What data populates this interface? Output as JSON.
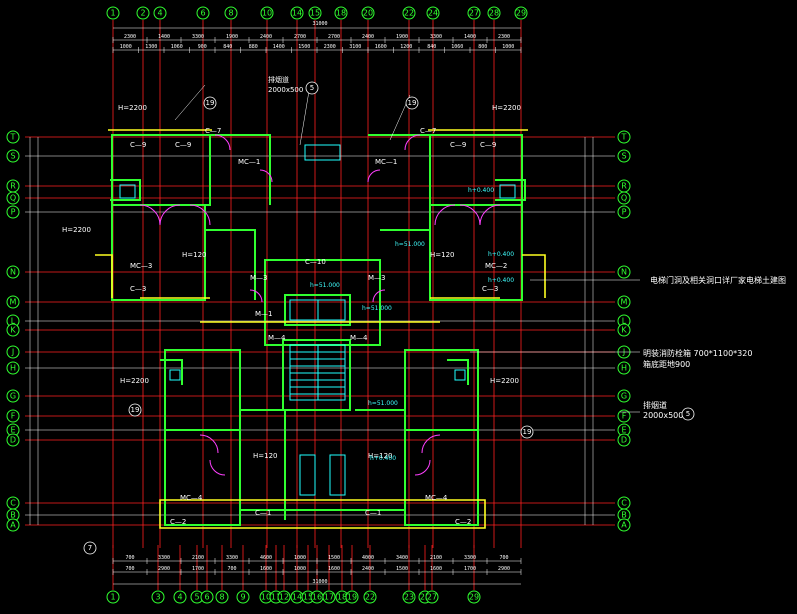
{
  "top_axes": [
    "1",
    "2",
    "4",
    "6",
    "8",
    "10",
    "14",
    "15",
    "18",
    "20",
    "22",
    "24",
    "27",
    "28",
    "29"
  ],
  "bottom_axes": [
    "1",
    "3",
    "4",
    "5",
    "6",
    "8",
    "9",
    "10",
    "11",
    "12",
    "14",
    "15",
    "16",
    "17",
    "18",
    "19",
    "22",
    "23",
    "25",
    "27",
    "29"
  ],
  "side_axes": [
    "T",
    "S",
    "R",
    "Q",
    "P",
    "N",
    "M",
    "L",
    "K",
    "J",
    "H",
    "G",
    "F",
    "E",
    "D",
    "C",
    "B",
    "A"
  ],
  "top_total": "31000",
  "bottom_total": "31000",
  "top_dims_row1": [
    "2300",
    "1400",
    "3300",
    "1900",
    "2400",
    "2700",
    "2700",
    "2400",
    "1900",
    "3300",
    "1400",
    "2300"
  ],
  "top_dims_row2": [
    "1000",
    "1300",
    "1060",
    "900",
    "840",
    "880",
    "1400",
    "1500",
    "2300",
    "3100",
    "1600",
    "1200",
    "840",
    "1060",
    "800",
    "1000"
  ],
  "bottom_dims_row1": [
    "700",
    "3300",
    "2100",
    "3300",
    "4600",
    "1000",
    "1500",
    "4000",
    "3400",
    "2100",
    "3300",
    "700"
  ],
  "bottom_dims_row2": [
    "700",
    "2900",
    "1700",
    "700",
    "1600",
    "1000",
    "1600",
    "2400",
    "1500",
    "1600",
    "1700",
    "2900"
  ],
  "rooms": {
    "c9_left": "C—9",
    "c9_left2": "C—9",
    "c7_left": "C—7",
    "mc1_left": "MC—1",
    "c9_right": "C—9",
    "c9_right2": "C—9",
    "c7_right": "C—7",
    "mc1_right": "MC—1",
    "mc3_left": "MC—3",
    "mc2_right": "MC—2",
    "c3_left": "C—3",
    "c3_right": "C—3",
    "c10": "C—10",
    "m3_left": "M—3",
    "m3_right": "M—3",
    "m1": "M—1",
    "m4_left": "M—4",
    "m4_right": "M—4",
    "mc4_left": "MC—4",
    "mc4_right": "MC—4",
    "c1_left": "C—1",
    "c1_right": "C—1",
    "c2_left": "C—2",
    "c2_right": "C—2"
  },
  "heights": {
    "h2200_a": "H=2200",
    "h2200_b": "H=2200",
    "h2200_c": "H=2200",
    "h2200_d": "H=2200",
    "h2200_e": "H=2200",
    "h120_a": "H=120",
    "h120_b": "H=120",
    "h120_c": "H=120",
    "h120_d": "H=120"
  },
  "elevations": {
    "e_a": "h=51.000",
    "e_b": "h=51.000",
    "e_c": "h=51.000",
    "e_d": "h=51.000",
    "e_e": "h+0.400",
    "e_f": "h+0.400",
    "e_g": "h+0.400",
    "e_h": "h+0.400"
  },
  "notes": {
    "elevator": "电梯门洞及相关洞口详厂家电梯土建图",
    "shaft_line1": "明装消防栓箱 700*1100*320",
    "shaft_line2": "箱底距地900",
    "vent_label": "排烟道",
    "vent_size": "2000x500",
    "vent_ref": "5"
  },
  "callouts": {
    "top_left_ref": "19",
    "top_center_label": "排烟道",
    "top_center_size": "2000x500",
    "top_center_ref": "5",
    "top_right_ref": "19",
    "left_lower_ref": "19",
    "right_lower_ref": "19",
    "bottom_marker": "7"
  },
  "colors": {
    "grid": "#ff2020",
    "wall": "#30ff30",
    "wall_secondary": "#ffff20",
    "door": "#ff40ff",
    "annotation": "#20ffff",
    "text": "#ffffff",
    "background": "#000000"
  }
}
